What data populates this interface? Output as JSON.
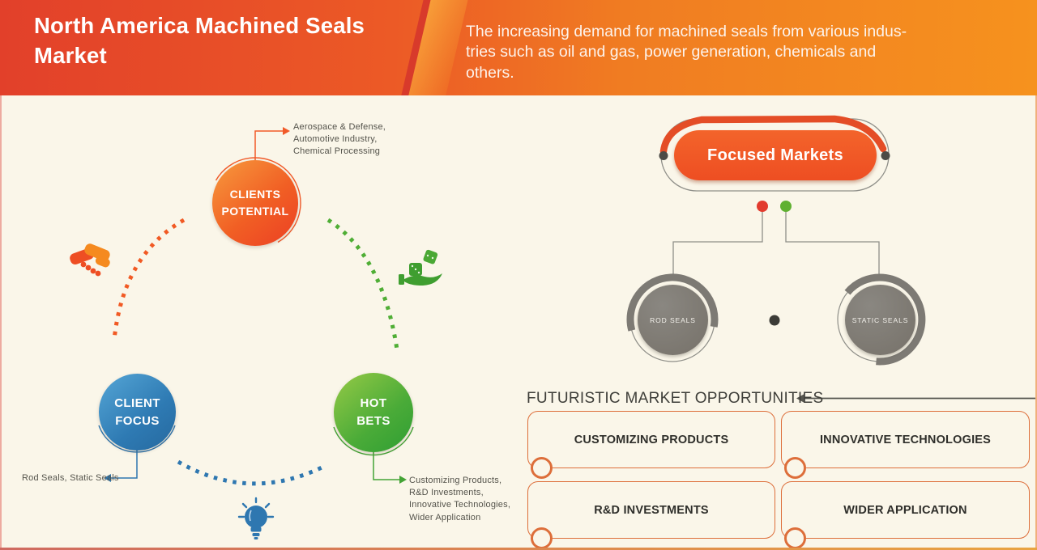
{
  "header": {
    "title": "North America Machined Seals\nMarket",
    "description": "The increasing demand for machined seals from various indus-\ntries such as oil and gas, power generation, chemicals and\nothers."
  },
  "diagram": {
    "clients_potential": {
      "label": "CLIENTS\nPOTENTIAL",
      "note": "Aerospace & Defense,\nAutomotive Industry,\nChemical Processing",
      "icon": "handshake",
      "color": "#f15a29"
    },
    "client_focus": {
      "label": "CLIENT\nFOCUS",
      "note": "Rod Seals, Static Seals",
      "icon": "lightbulb",
      "color": "#2e77b0"
    },
    "hot_bets": {
      "label": "HOT\nBETS",
      "note": "Customizing Products,\nR&D Investments,\nInnovative Technologies,\nWider Application",
      "icon": "dice-in-hand",
      "color": "#4fae35"
    }
  },
  "focused_markets": {
    "title": "Focused Markets",
    "nodes": [
      "ROD SEALS",
      "STATIC SEALS"
    ],
    "legend_dot_colors": [
      "#e23b2e",
      "#5fb031"
    ]
  },
  "opportunities": {
    "title": "FUTURISTIC MARKET OPPORTUNITIES",
    "items": [
      "CUSTOMIZING PRODUCTS",
      "INNOVATIVE TECHNOLOGIES",
      "R&D INVESTMENTS",
      "WIDER APPLICATION"
    ]
  },
  "colors": {
    "header_gradient_left": "#e2402a",
    "header_gradient_right": "#f6921e",
    "background": "#faf6e9",
    "accent_orange": "#f15a29",
    "accent_blue": "#2e77b0",
    "accent_green": "#4fae35",
    "node_gray": "#7f7c76",
    "box_border": "#dd6e3a"
  }
}
